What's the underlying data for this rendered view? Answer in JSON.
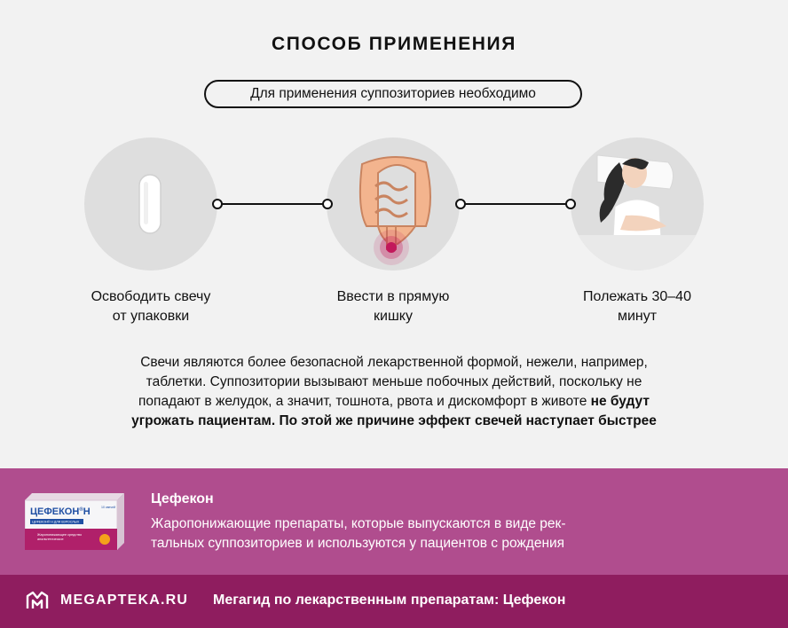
{
  "header": {
    "title": "СПОСОБ ПРИМЕНЕНИЯ",
    "subtitle": "Для применения суппозиториев необходимо"
  },
  "steps": [
    {
      "label_line1": "Освободить свечу",
      "label_line2": "от упаковки",
      "icon": "suppository-icon"
    },
    {
      "label_line1": "Ввести в прямую",
      "label_line2": "кишку",
      "icon": "intestine-icon"
    },
    {
      "label_line1": "Полежать 30–40",
      "label_line2": "минут",
      "icon": "resting-woman-icon"
    }
  ],
  "description": {
    "line1": "Свечи являются более безопасной лекарственной формой, нежели, например,",
    "line2": "таблетки. Суппозитории вызывают меньше побочных действий, поскольку не",
    "line3": "попадают в желудок, а значит, тошнота, рвота и дискомфорт в животе",
    "bold_a": "не будут",
    "bold_b": "угрожать пациентам. По этой же причине эффект свечей наступает быстрее"
  },
  "product": {
    "name": "Цефекон",
    "desc_line1": "Жаропонижающие препараты, которые выпускаются в виде рек-",
    "desc_line2": "тальных суппозиториев и используются у пациентов с рождения",
    "box_brand": "ЦЕФЕКОН",
    "box_brand_sup": "®",
    "box_brand_suffix": "Н",
    "box_sub": "ЦЕФЕКОН® Н ДЛЯ ВЗРОСЛЫХ",
    "box_corner": "10 свечей",
    "box_text1": "Жаропонижающее средство",
    "box_text2": "анальгетическое"
  },
  "footer": {
    "logo_text": "MEGAPTEKA.RU",
    "tagline": "Мегагид по лекарственным препаратам: Цефекон"
  },
  "colors": {
    "background": "#f2f2f2",
    "product_band": "#b04d8e",
    "footer_band": "#8f1d5f",
    "intestine": "#f3b48e",
    "target": "#c2185b"
  }
}
